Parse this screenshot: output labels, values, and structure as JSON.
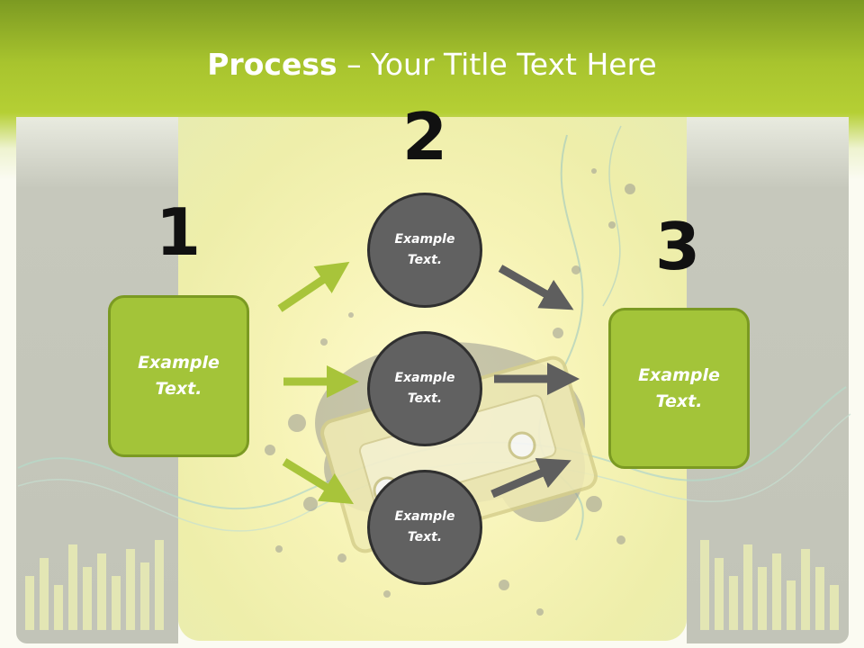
{
  "title": {
    "bold": "Process",
    "rest": " – Your Title Text Here"
  },
  "steps": {
    "one": "1",
    "two": "2",
    "three": "3"
  },
  "boxes": {
    "left": {
      "line1": "Example",
      "line2": "Text."
    },
    "right": {
      "line1": "Example",
      "line2": "Text."
    }
  },
  "circles": [
    {
      "line1": "Example",
      "line2": "Text."
    },
    {
      "line1": "Example",
      "line2": "Text."
    },
    {
      "line1": "Example",
      "line2": "Text."
    }
  ],
  "colors": {
    "accent_green": "#a3c439",
    "dark_green": "#7b9a22",
    "circle_gray": "#616161",
    "arrow_gray": "#5e5e5e",
    "arrow_green": "#a8c43a"
  }
}
